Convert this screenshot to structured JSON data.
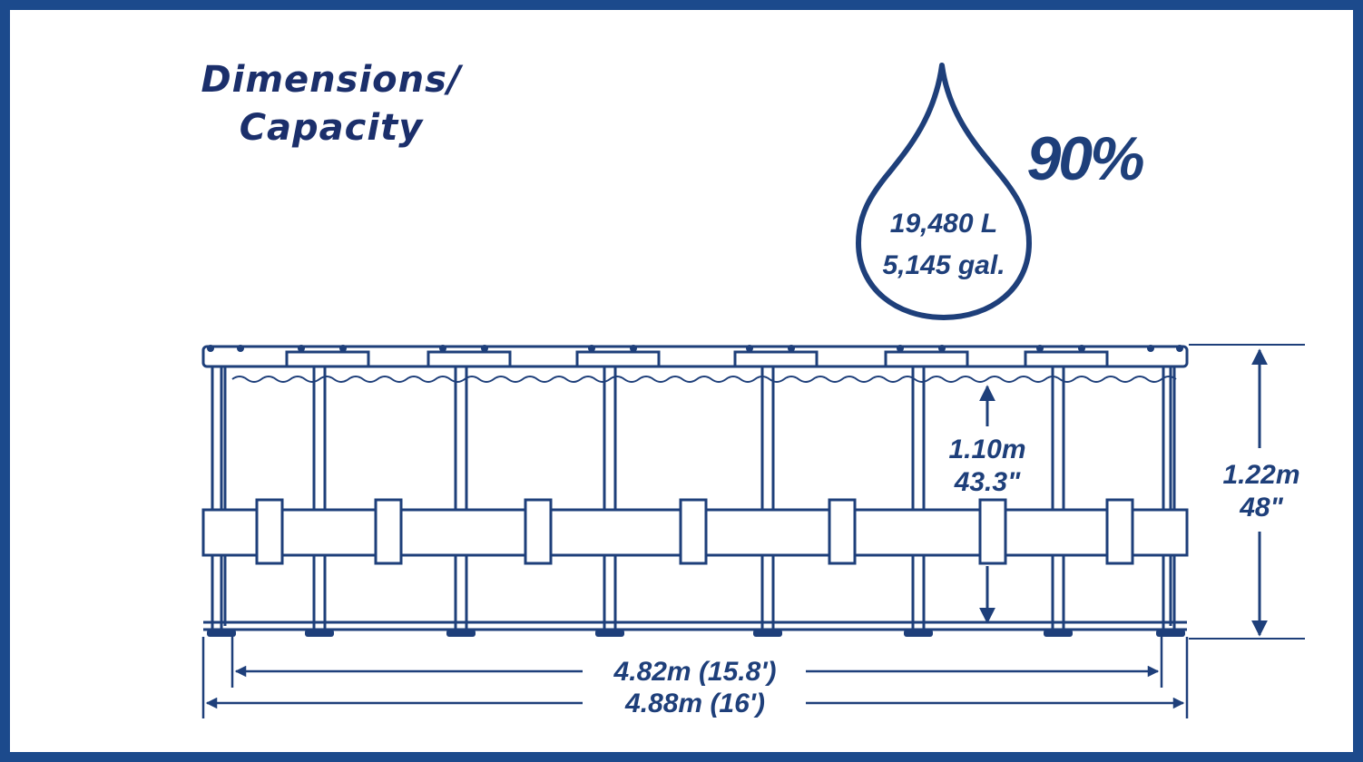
{
  "title": {
    "line1": "Dimensions/",
    "line2": "Capacity"
  },
  "fill_level": "90%",
  "capacity": {
    "liters": "19,480 L",
    "gallons": "5,145 gal."
  },
  "dimensions": {
    "water_height_m": "1.10m",
    "water_height_in": "43.3\"",
    "wall_height_m": "1.22m",
    "wall_height_in": "48\"",
    "inner_diameter": "4.82m (15.8')",
    "outer_diameter": "4.88m (16')"
  },
  "colors": {
    "line": "#1e3f7a",
    "title": "#1b2f6b",
    "border": "#1c4a8c",
    "background": "#ffffff"
  },
  "icons": [
    "water-drop-icon"
  ]
}
